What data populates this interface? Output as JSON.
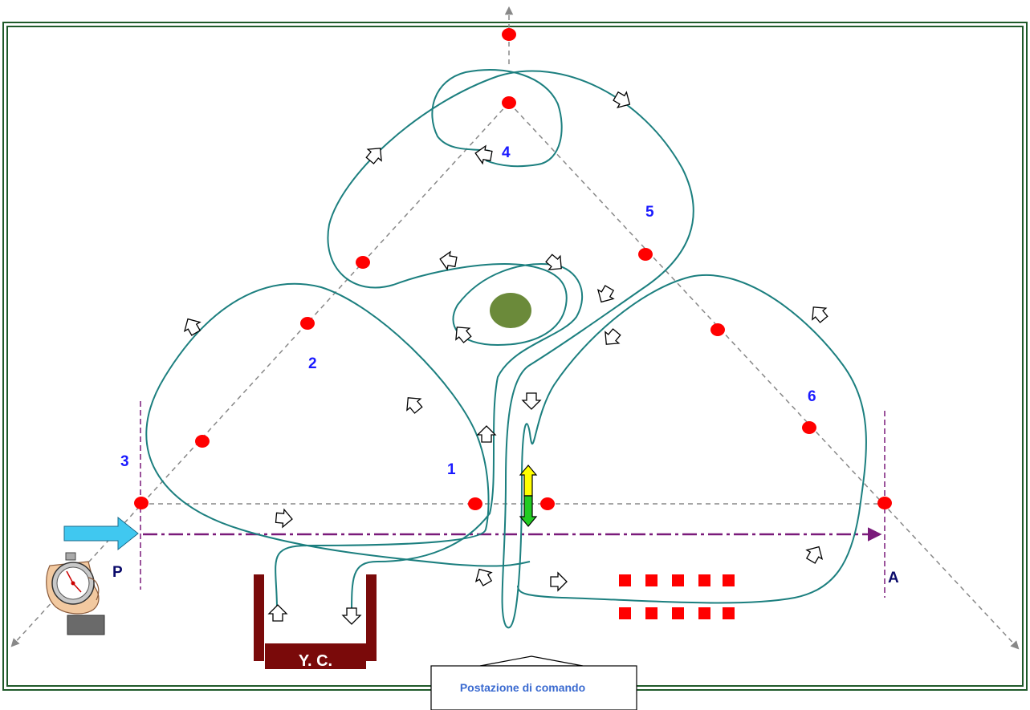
{
  "diagram": {
    "cone_numbers": {
      "n1": "1",
      "n2": "2",
      "n3": "3",
      "n4": "4",
      "n5": "5",
      "n6": "6"
    },
    "start_label": "P",
    "finish_label": "A",
    "box_label": "Y. C.",
    "command_post_label": "Postazione di comando",
    "colors": {
      "frame": "#1f5a2a",
      "track": "#1c7f7f",
      "cone": "#ff0000",
      "guide_line": "#888888",
      "timing_line": "#7a1a7a",
      "number_text": "#1a1aff",
      "label_text": "#0a0a6a",
      "box": "#7a0a0a",
      "pillar": "#6b8a3a",
      "start_arrow": "#40c8f0"
    },
    "icons": [
      "stopwatch-hand-icon",
      "direction-arrow-icon",
      "yellow-green-double-arrow-icon"
    ]
  }
}
